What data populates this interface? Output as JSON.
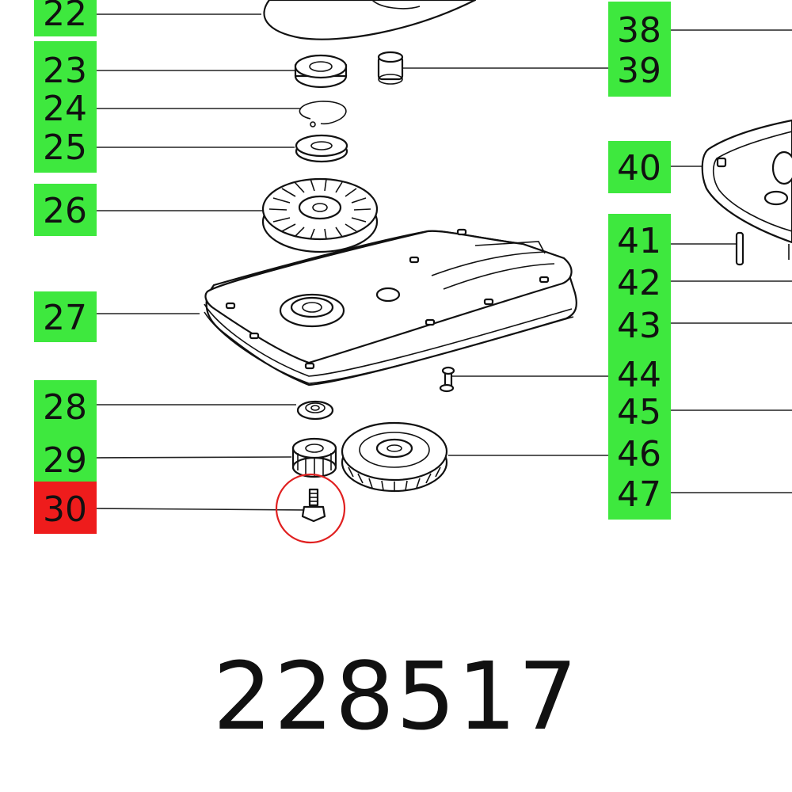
{
  "callouts_left": [
    {
      "id": "22",
      "color": "#3ee83e"
    },
    {
      "id": "23",
      "color": "#3ee83e"
    },
    {
      "id": "24",
      "color": "#3ee83e"
    },
    {
      "id": "25",
      "color": "#3ee83e"
    },
    {
      "id": "26",
      "color": "#3ee83e"
    },
    {
      "id": "27",
      "color": "#3ee83e"
    },
    {
      "id": "28",
      "color": "#3ee83e"
    },
    {
      "id": "29",
      "color": "#3ee83e"
    },
    {
      "id": "30",
      "color": "#ee1c1c"
    }
  ],
  "callouts_right": [
    {
      "id": "38",
      "color": "#3ee83e"
    },
    {
      "id": "39",
      "color": "#3ee83e"
    },
    {
      "id": "40",
      "color": "#3ee83e"
    },
    {
      "id": "41",
      "color": "#3ee83e"
    },
    {
      "id": "42",
      "color": "#3ee83e"
    },
    {
      "id": "43",
      "color": "#3ee83e"
    },
    {
      "id": "44",
      "color": "#3ee83e"
    },
    {
      "id": "45",
      "color": "#3ee83e"
    },
    {
      "id": "46",
      "color": "#3ee83e"
    },
    {
      "id": "47",
      "color": "#3ee83e"
    }
  ],
  "highlighted_part": "30",
  "highlight_color": "#e02020",
  "part_number": "228517"
}
